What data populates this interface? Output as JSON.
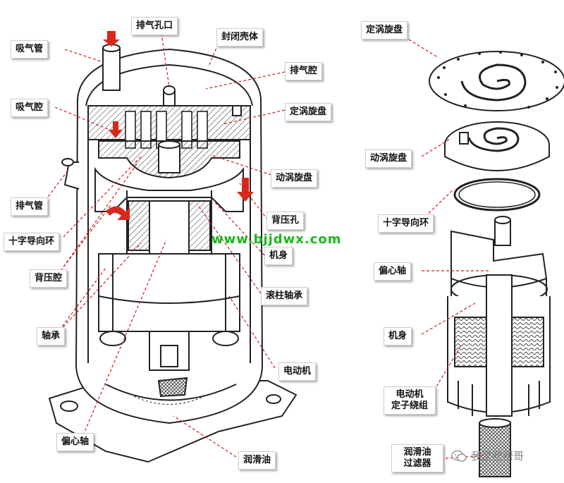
{
  "labels": {
    "suction_pipe": "吸气管",
    "exhaust_port": "排气孔口",
    "sealed_shell": "封闭壳体",
    "exhaust_chamber": "排气腔",
    "fixed_scroll": "定涡旋盘",
    "suction_chamber": "吸气腔",
    "orbiting_scroll": "动涡旋盘",
    "discharge_pipe": "排气管",
    "back_pressure_hole": "背压孔",
    "oldham_ring": "十字导向环",
    "frame": "机身",
    "back_pressure_chamber": "背压腔",
    "roller_bearing": "滚柱轴承",
    "bearing": "轴承",
    "motor": "电动机",
    "eccentric_shaft": "偏心轴",
    "lube_oil": "润滑油",
    "fixed_scroll_right": "定涡旋盘",
    "orbiting_scroll_right": "动涡旋盘",
    "oldham_ring_right": "十字导向环",
    "eccentric_shaft_right": "偏心轴",
    "frame_right": "机身",
    "stator_winding_line1": "电动机",
    "stator_winding_line2": "定子绕组",
    "oil_filter_line1": "润滑油",
    "oil_filter_line2": "过滤器"
  },
  "watermark": "www.bjjdwx.com",
  "brand": "我是帮帮哥",
  "colors": {
    "arrow_red": "#d8281e",
    "leader_red": "#c81e1e",
    "watermark_green": "#18b81a"
  }
}
